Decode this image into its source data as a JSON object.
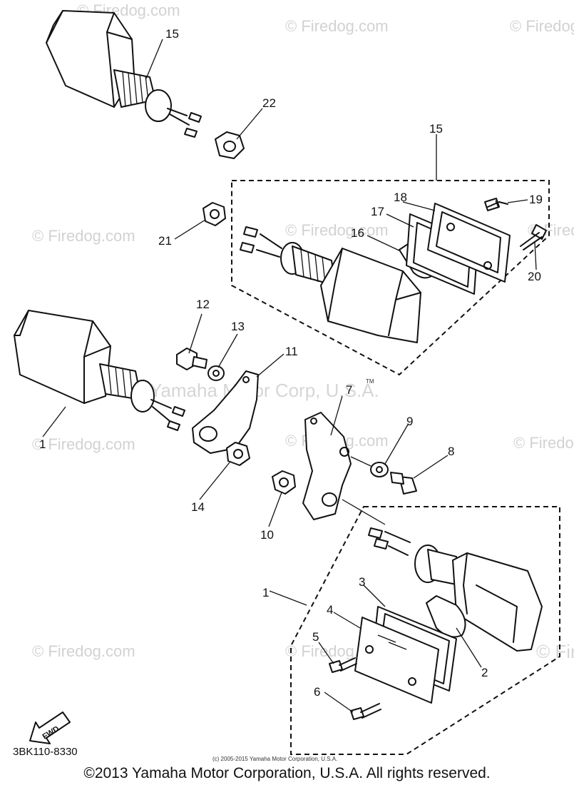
{
  "diagram": {
    "callouts": {
      "c1a": "1",
      "c1b": "1",
      "c2": "2",
      "c3": "3",
      "c4": "4",
      "c5": "5",
      "c6": "6",
      "c7": "7",
      "c8": "8",
      "c9": "9",
      "c10": "10",
      "c11": "11",
      "c12": "12",
      "c13": "13",
      "c14": "14",
      "c15a": "15",
      "c15b": "15",
      "c16": "16",
      "c17": "17",
      "c18": "18",
      "c19": "19",
      "c20": "20",
      "c21": "21",
      "c22": "22"
    },
    "watermarks": {
      "w1": "© Firedog.com",
      "w2": "© Firedog.com",
      "w3": "© Firedog.com",
      "w4": "© Firedog.com",
      "w5": "© Firedog.com",
      "w6": "© Firedog.com",
      "w7": "© Firedog.com",
      "w8": "© Firedog.com",
      "w9": "© Firedog.com",
      "w10": "© Firedog.com",
      "w11": "© Firedog.com",
      "w12": "© Fir",
      "w13": "Yamaha Motor Corp, U.S.A.",
      "tm": "TM"
    },
    "fwd_label": "FWD",
    "part_code": "3BK110-8330",
    "small_notice": "(c) 2005-2015 Yamaha Motor Corporation, U.S.A."
  },
  "footer": {
    "copyright": "©2013 Yamaha Motor Corporation, U.S.A. All rights reserved."
  }
}
